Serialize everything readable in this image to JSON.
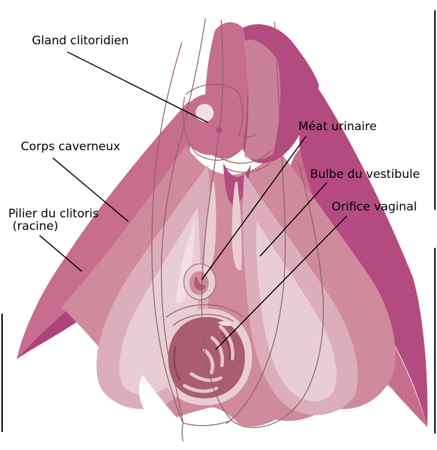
{
  "diagram": {
    "language": "fr",
    "labels": [
      {
        "id": "gland",
        "text": "Gland clitoridien"
      },
      {
        "id": "corps",
        "text": "Corps caverneux"
      },
      {
        "id": "pilier",
        "text": "Pilier du clitoris",
        "text2": "(racine)"
      },
      {
        "id": "meat",
        "text": "Méat urinaire"
      },
      {
        "id": "bulbe",
        "text": "Bulbe du vestibule"
      },
      {
        "id": "orifice",
        "text": "Orifice vaginal"
      }
    ],
    "palette": {
      "deep_magenta": "#b44b80",
      "magenta_shade": "#ad4379",
      "rose": "#c76d8d",
      "rose_mid": "#cf8a9d",
      "pink": "#dcadba",
      "pink_light": "#e9cdd4",
      "pink_pale": "#f3dfe3",
      "opening": "#a95c72",
      "opening_deep": "#8f4458",
      "ridge": "#e8c3cc",
      "contour": "#8d626b",
      "wing_sliver": "#d9a2b0",
      "label_color": "#000000"
    }
  }
}
